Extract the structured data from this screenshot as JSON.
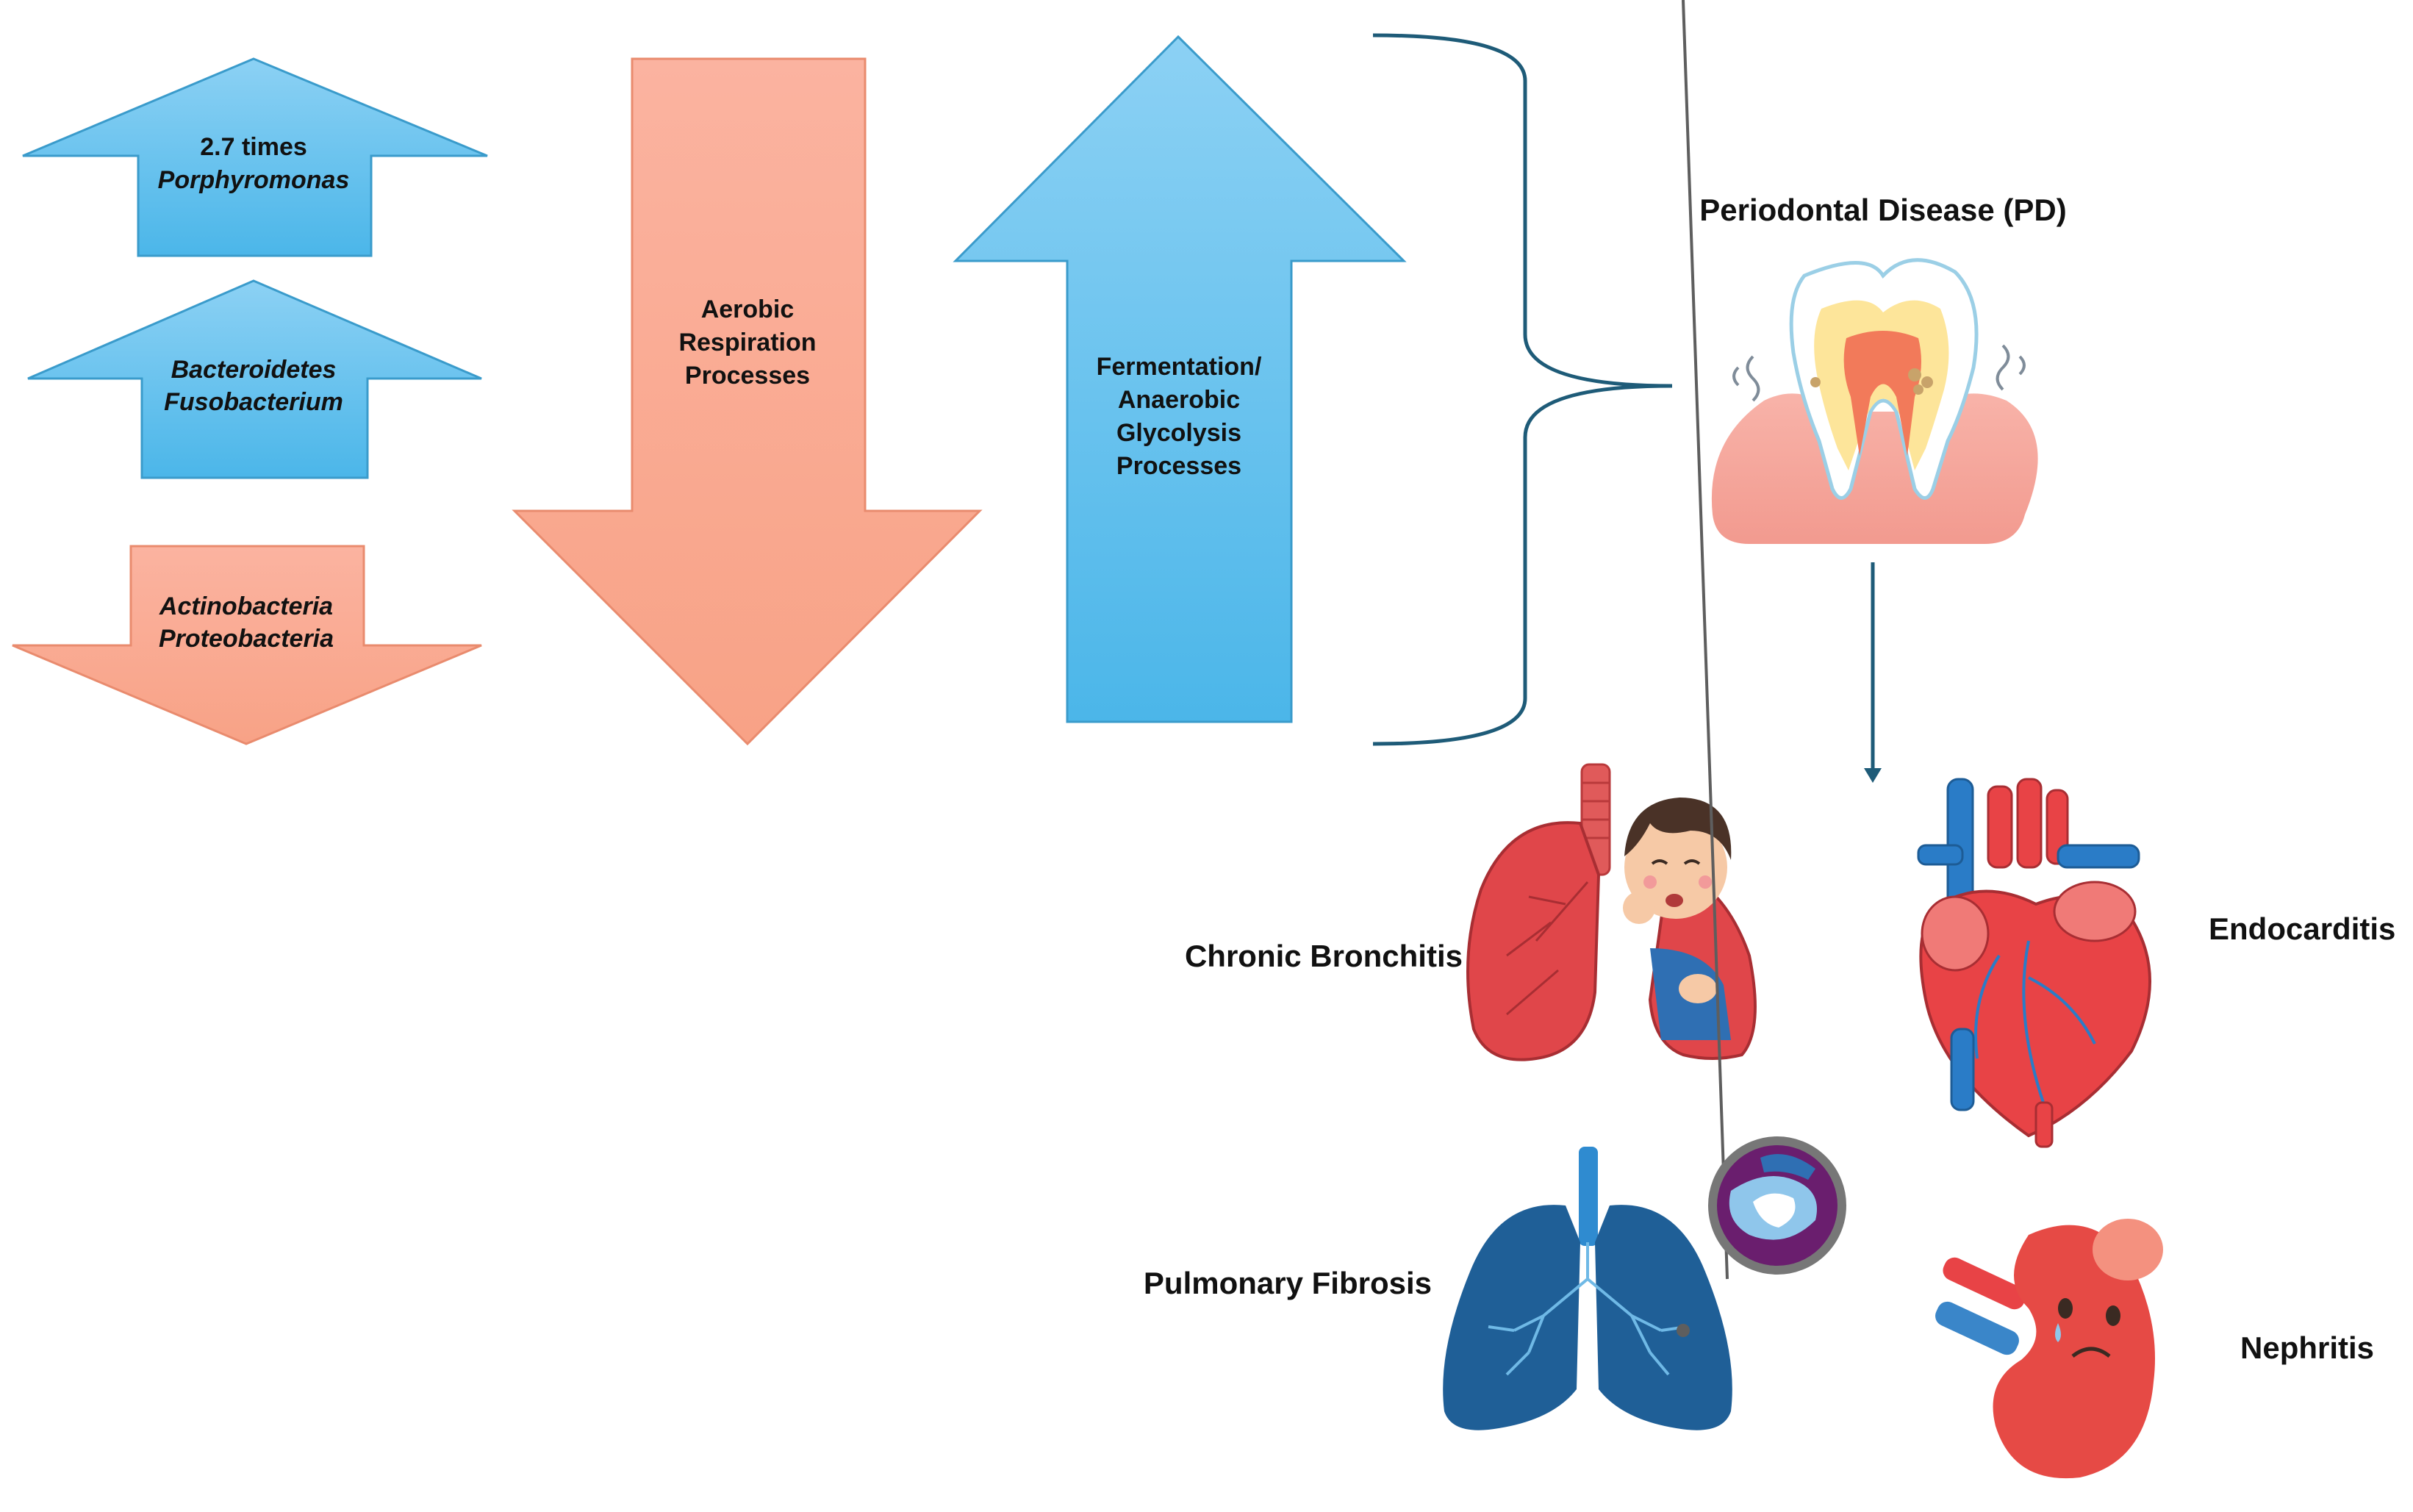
{
  "colors": {
    "blue_top": "#88CFF3",
    "blue_bottom": "#4DB8EA",
    "blue_stroke": "#3A9BCB",
    "salmon": "#F9A98F",
    "salmon_stroke": "#E98B6E",
    "bracket": "#1E5B78",
    "tooth_gum": "#F4A79D",
    "lung_red": "#E0464A",
    "lung_blue": "#1F5F97",
    "heart_red": "#E84346",
    "kidney_red": "#E64A45"
  },
  "arrows": {
    "porphyromonas": {
      "line1": "2.7 times",
      "line2": "Porphyromonas",
      "direction": "up"
    },
    "bacteroidetes": {
      "line1": "Bacteroidetes",
      "line2": "Fusobacterium",
      "direction": "up"
    },
    "actinobacteria": {
      "line1": "Actinobacteria",
      "line2": "Proteobacteria",
      "direction": "down"
    },
    "aerobic": {
      "line1": "Aerobic",
      "line2": "Respiration",
      "line3": "Processes",
      "direction": "down"
    },
    "fermentation": {
      "line1": "Fermentation/",
      "line2": "Anaerobic",
      "line3": "Glycolysis",
      "line4": "Processes",
      "direction": "up"
    }
  },
  "center": {
    "title": "Periodontal Disease (PD)",
    "tooth_icon": "tooth-icon"
  },
  "diseases": {
    "bronchitis": {
      "label": "Chronic Bronchitis",
      "icon": "bronchitis-lungs-icon"
    },
    "endocarditis": {
      "label": "Endocarditis",
      "icon": "heart-icon"
    },
    "fibrosis": {
      "label": "Pulmonary Fibrosis",
      "icon": "fibrosis-lungs-icon"
    },
    "nephritis": {
      "label": "Nephritis",
      "icon": "kidney-icon"
    }
  }
}
